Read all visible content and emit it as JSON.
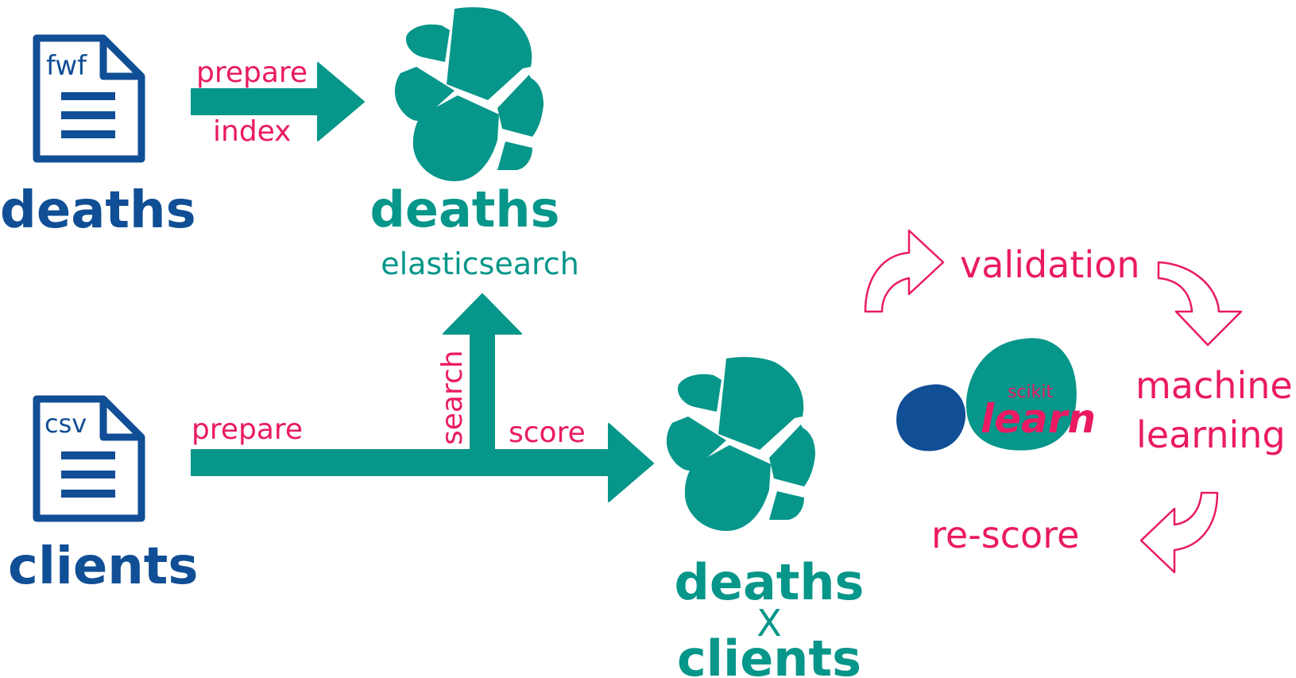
{
  "colors": {
    "blue": "#104e95",
    "teal": "#06968a",
    "pink": "#ea1a63",
    "white": "#ffffff"
  },
  "files": {
    "deaths": {
      "ext": "fwf",
      "name": "deaths"
    },
    "clients": {
      "ext": "csv",
      "name": "clients"
    }
  },
  "arrows": {
    "top_above": "prepare",
    "top_below": "index",
    "bottom_left": "prepare",
    "vertical": "search",
    "bottom_right": "score"
  },
  "elastic_top": {
    "name": "deaths",
    "subtitle": "elasticsearch",
    "icon": "elasticsearch-logo-icon"
  },
  "elastic_bottom": {
    "line1": "deaths",
    "line2": "X",
    "line3": "clients",
    "icon": "elasticsearch-logo-icon"
  },
  "ml_cycle": {
    "validation": "validation",
    "machine": "machine",
    "learning": "learning",
    "rescore": "re-score"
  },
  "sklearn": {
    "scikit": "scikit",
    "learn": "learn",
    "icon": "scikit-learn-logo-icon"
  }
}
